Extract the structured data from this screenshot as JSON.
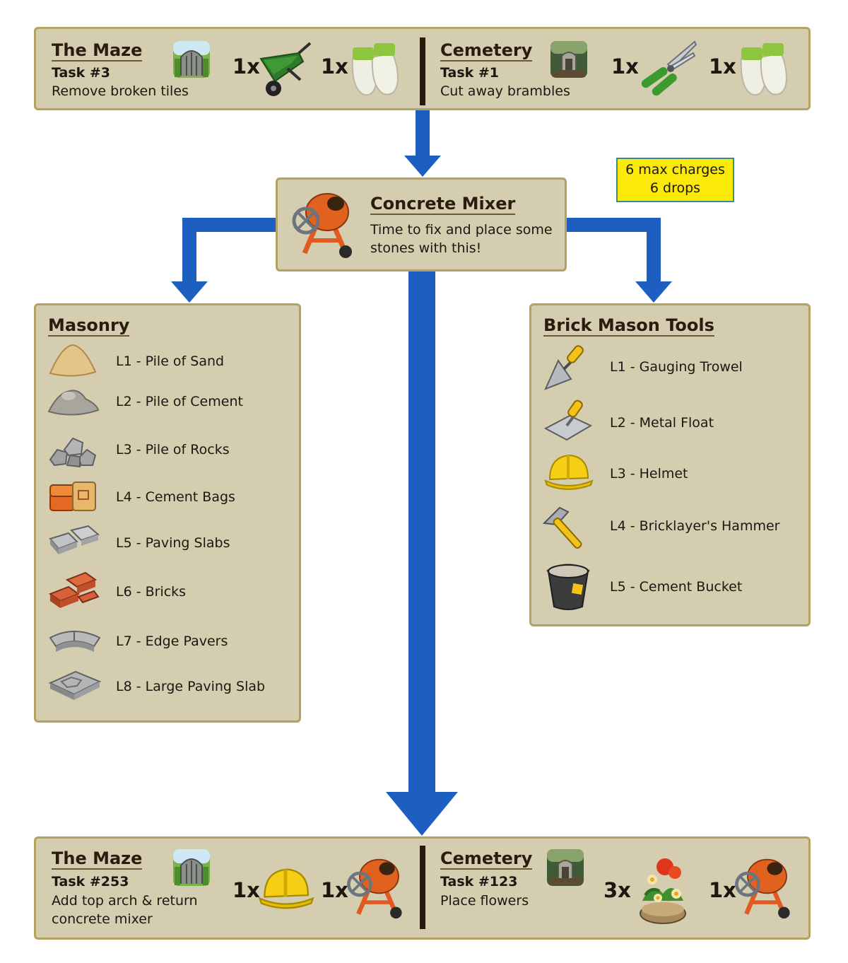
{
  "top": {
    "left": {
      "title": "The Maze",
      "task": "Task #3",
      "desc": "Remove broken tiles",
      "req1_qty": "1x",
      "req1_icon": "wheelbarrow-icon",
      "req2_qty": "1x",
      "req2_icon": "gloves-icon"
    },
    "right": {
      "title": "Cemetery",
      "task": "Task #1",
      "desc": "Cut away brambles",
      "req1_qty": "1x",
      "req1_icon": "pruning-shears-icon",
      "req2_qty": "1x",
      "req2_icon": "gloves-icon"
    }
  },
  "mixer": {
    "title": "Concrete Mixer",
    "desc_line1": "Time to fix and place some",
    "desc_line2": "stones with this!",
    "note_line1": "6 max charges",
    "note_line2": "6 drops"
  },
  "masonry": {
    "title": "Masonry",
    "items": [
      {
        "label": "L1 - Pile of Sand",
        "icon": "sand-pile-icon"
      },
      {
        "label": "L2 - Pile of Cement",
        "icon": "cement-pile-icon"
      },
      {
        "label": "L3 - Pile of Rocks",
        "icon": "rocks-pile-icon"
      },
      {
        "label": "L4 - Cement Bags",
        "icon": "cement-bags-icon"
      },
      {
        "label": "L5 - Paving Slabs",
        "icon": "paving-slabs-icon"
      },
      {
        "label": "L6 - Bricks",
        "icon": "bricks-icon"
      },
      {
        "label": "L7 - Edge Pavers",
        "icon": "edge-pavers-icon"
      },
      {
        "label": "L8 - Large Paving Slab",
        "icon": "large-paving-slab-icon"
      }
    ]
  },
  "tools": {
    "title": "Brick Mason Tools",
    "items": [
      {
        "label": "L1 - Gauging Trowel",
        "icon": "trowel-icon"
      },
      {
        "label": "L2 - Metal Float",
        "icon": "metal-float-icon"
      },
      {
        "label": "L3 - Helmet",
        "icon": "helmet-icon"
      },
      {
        "label": "L4 - Bricklayer's Hammer",
        "icon": "hammer-icon"
      },
      {
        "label": "L5 - Cement Bucket",
        "icon": "cement-bucket-icon"
      }
    ]
  },
  "bottom": {
    "left": {
      "title": "The Maze",
      "task": "Task #253",
      "desc_line1": "Add top arch & return",
      "desc_line2": "concrete mixer",
      "req1_qty": "1x",
      "req1_icon": "helmet-icon",
      "req2_qty": "1x",
      "req2_icon": "concrete-mixer-icon"
    },
    "right": {
      "title": "Cemetery",
      "task": "Task #123",
      "desc": "Place flowers",
      "req1_qty": "3x",
      "req1_icon": "flower-pot-icon",
      "req2_qty": "1x",
      "req2_icon": "concrete-mixer-icon"
    }
  },
  "colors": {
    "panel": "#d4cdb0",
    "panel_border": "#b3a262",
    "arrow": "#1d5fc1",
    "note": "#fbe90a"
  }
}
